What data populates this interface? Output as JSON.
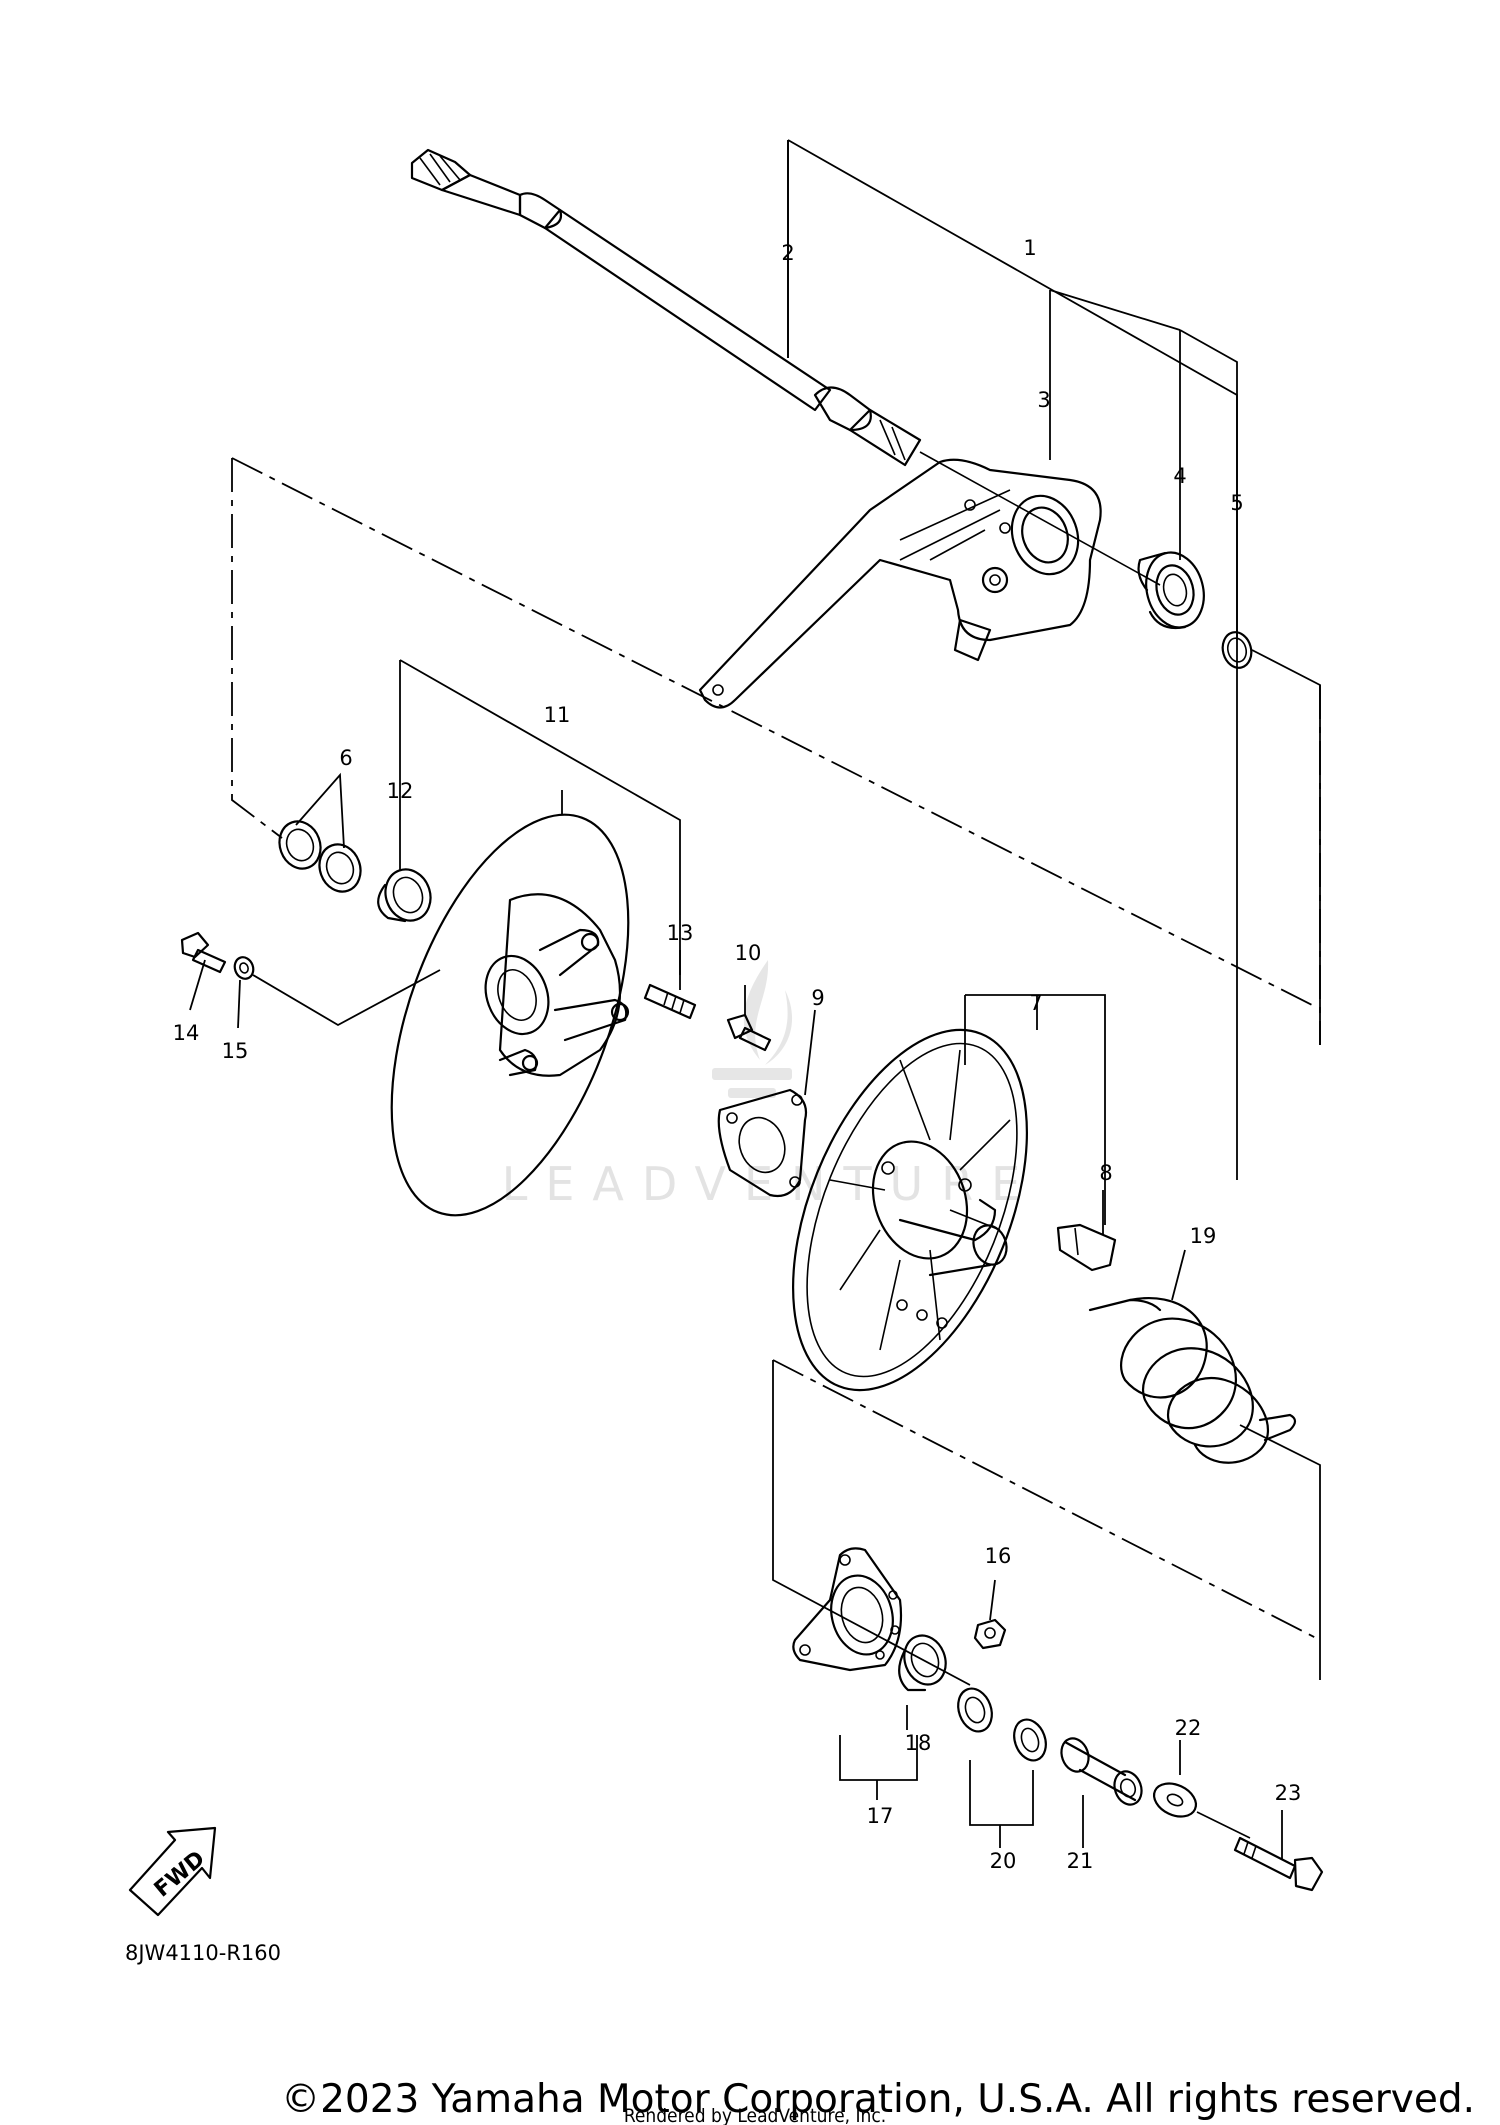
{
  "callouts": [
    {
      "id": "1",
      "label": "1"
    },
    {
      "id": "2",
      "label": "2"
    },
    {
      "id": "3",
      "label": "3"
    },
    {
      "id": "4",
      "label": "4"
    },
    {
      "id": "5",
      "label": "5"
    },
    {
      "id": "6",
      "label": "6"
    },
    {
      "id": "7",
      "label": "7"
    },
    {
      "id": "8",
      "label": "8"
    },
    {
      "id": "9",
      "label": "9"
    },
    {
      "id": "10",
      "label": "10"
    },
    {
      "id": "11",
      "label": "11"
    },
    {
      "id": "12",
      "label": "12"
    },
    {
      "id": "13",
      "label": "13"
    },
    {
      "id": "14",
      "label": "14"
    },
    {
      "id": "15",
      "label": "15"
    },
    {
      "id": "16",
      "label": "16"
    },
    {
      "id": "17",
      "label": "17"
    },
    {
      "id": "18",
      "label": "18"
    },
    {
      "id": "19",
      "label": "19"
    },
    {
      "id": "20",
      "label": "20"
    },
    {
      "id": "21",
      "label": "21"
    },
    {
      "id": "22",
      "label": "22"
    },
    {
      "id": "23",
      "label": "23"
    }
  ],
  "diagram_code": "8JW4110-R160",
  "fwd_label": "FWD",
  "watermark": "LEADVENTURE",
  "copyright": "©2023 Yamaha Motor Corporation, U.S.A. All rights reserved.",
  "rendered_by": "Rendered by LeadVenture, Inc."
}
